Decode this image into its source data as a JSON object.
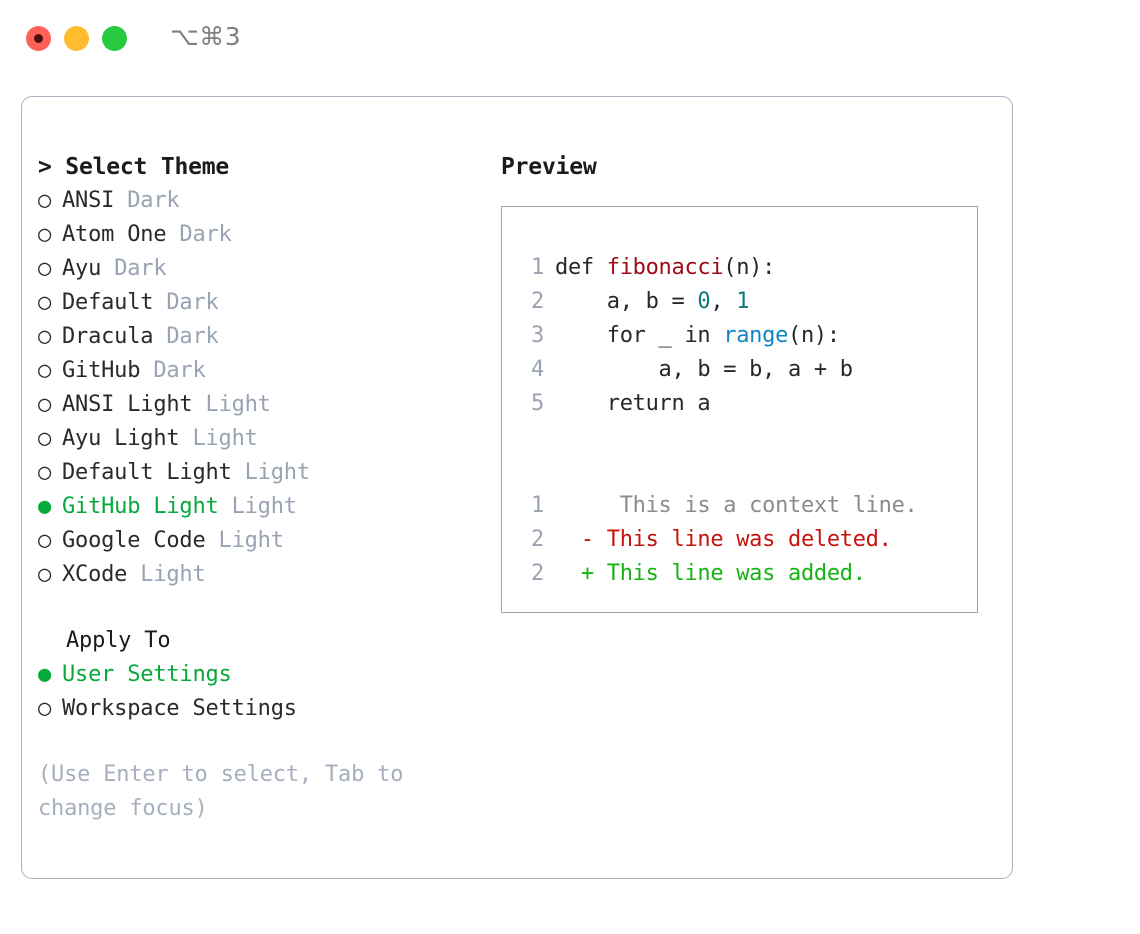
{
  "window": {
    "shortcut": "⌥⌘3",
    "traffic_lights": [
      {
        "name": "close",
        "color": "#ff6159"
      },
      {
        "name": "minimize",
        "color": "#febc2e"
      },
      {
        "name": "maximize",
        "color": "#27c93f"
      }
    ]
  },
  "theme_list": {
    "header": "> Select Theme",
    "bullet_selected": "●",
    "bullet_unselected": "○",
    "items": [
      {
        "label": "ANSI",
        "tag": "Dark",
        "selected": false
      },
      {
        "label": "Atom One",
        "tag": "Dark",
        "selected": false
      },
      {
        "label": "Ayu",
        "tag": "Dark",
        "selected": false
      },
      {
        "label": "Default",
        "tag": "Dark",
        "selected": false
      },
      {
        "label": "Dracula",
        "tag": "Dark",
        "selected": false
      },
      {
        "label": "GitHub",
        "tag": "Dark",
        "selected": false
      },
      {
        "label": "ANSI Light",
        "tag": "Light",
        "selected": false
      },
      {
        "label": "Ayu Light",
        "tag": "Light",
        "selected": false
      },
      {
        "label": "Default Light",
        "tag": "Light",
        "selected": false
      },
      {
        "label": "GitHub Light",
        "tag": "Light",
        "selected": true
      },
      {
        "label": "Google Code",
        "tag": "Light",
        "selected": false
      },
      {
        "label": "XCode",
        "tag": "Light",
        "selected": false
      }
    ]
  },
  "apply_to": {
    "header": "Apply To",
    "items": [
      {
        "label": "User Settings",
        "selected": true
      },
      {
        "label": "Workspace Settings",
        "selected": false
      }
    ]
  },
  "hint": "(Use Enter to select, Tab to change focus)",
  "preview": {
    "header": "Preview",
    "code_lines": [
      {
        "num": "1",
        "parts": [
          {
            "text": "def ",
            "style": "plain"
          },
          {
            "text": "fibonacci",
            "style": "fn"
          },
          {
            "text": "(n):",
            "style": "plain"
          }
        ]
      },
      {
        "num": "2",
        "parts": [
          {
            "text": "    a, b = ",
            "style": "plain"
          },
          {
            "text": "0",
            "style": "num"
          },
          {
            "text": ", ",
            "style": "plain"
          },
          {
            "text": "1",
            "style": "num"
          }
        ]
      },
      {
        "num": "3",
        "parts": [
          {
            "text": "    for _ in ",
            "style": "plain"
          },
          {
            "text": "range",
            "style": "call"
          },
          {
            "text": "(n):",
            "style": "plain"
          }
        ]
      },
      {
        "num": "4",
        "parts": [
          {
            "text": "        a, b = b, a + b",
            "style": "plain"
          }
        ]
      },
      {
        "num": "5",
        "parts": [
          {
            "text": "    return a",
            "style": "plain"
          }
        ]
      }
    ],
    "diff_lines": [
      {
        "num": "1",
        "marker": " ",
        "text": "  This is a context line.",
        "kind": "context"
      },
      {
        "num": "2",
        "marker": "-",
        "text": " This line was deleted.",
        "kind": "deleted"
      },
      {
        "num": "2",
        "marker": "+",
        "text": " This line was added.",
        "kind": "added"
      }
    ]
  },
  "colors": {
    "accent_green": "#07a83c",
    "muted_tag": "#98a3b3",
    "border": "#aab4c2",
    "fn": "#9d0b16",
    "number": "#0a7d77",
    "call": "#1184c4",
    "diff_deleted": "#c5140d",
    "diff_added": "#16b413",
    "diff_context": "#8b8b8b"
  }
}
